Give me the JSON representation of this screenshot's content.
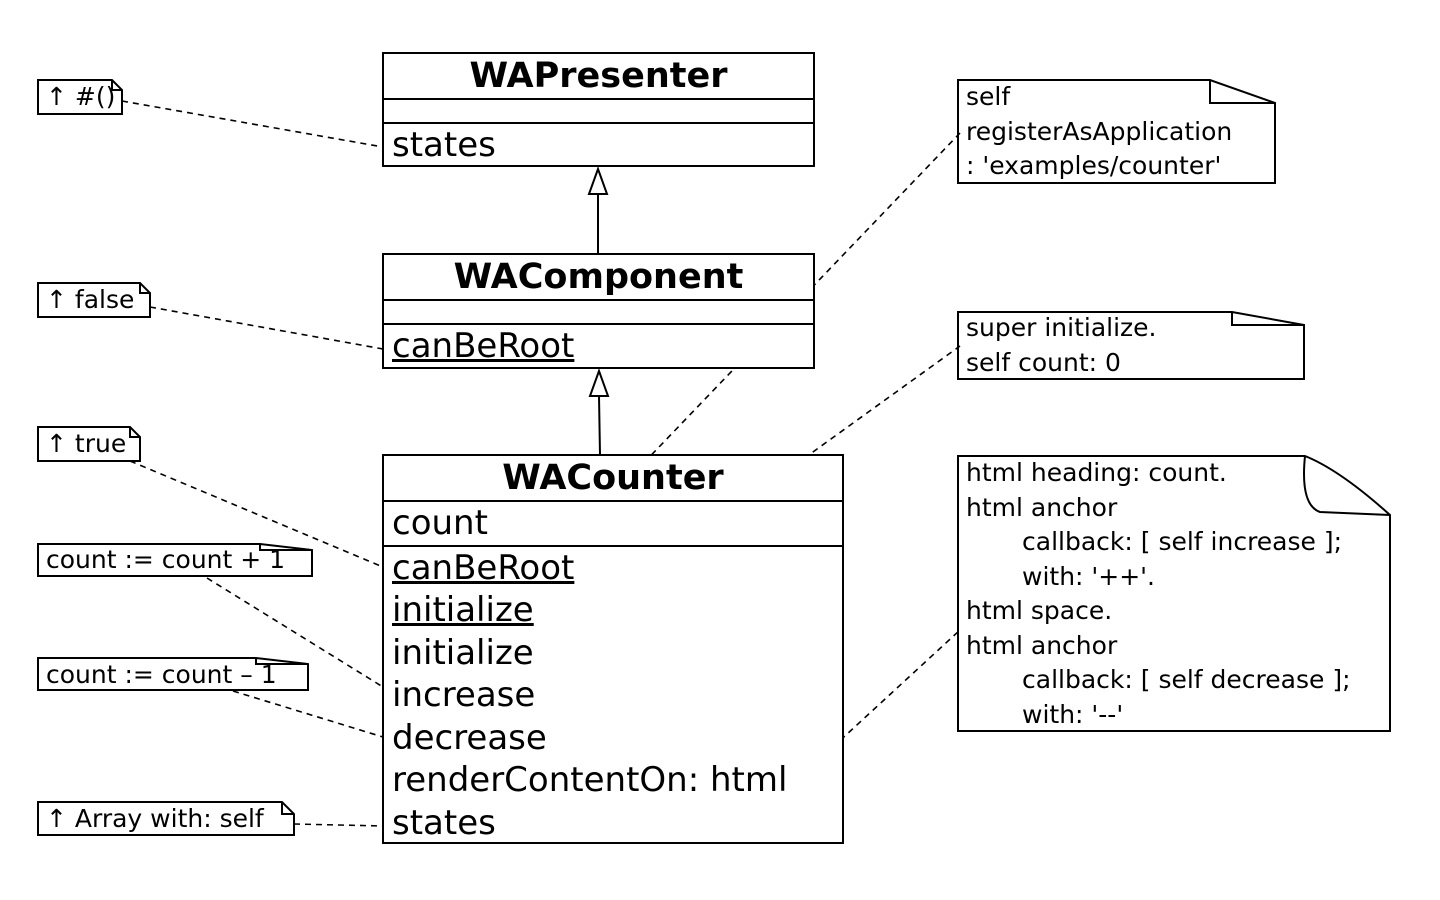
{
  "classes": {
    "presenter": {
      "name": "WAPresenter",
      "methods": [
        "states"
      ]
    },
    "component": {
      "name": "WAComponent",
      "methods": [
        "canBeRoot"
      ]
    },
    "counter": {
      "name": "WACounter",
      "attributes": [
        "count"
      ],
      "methods": [
        "canBeRoot",
        "initialize",
        "initialize",
        "increase",
        "decrease",
        "renderContentOn: html",
        "states"
      ]
    }
  },
  "notes": {
    "presenter_states": "↑ #()",
    "component_canberoot": "↑ false",
    "counter_canberoot": "↑ true",
    "increase": "count := count + 1",
    "decrease": "count := count – 1",
    "states": "↑ Array with: self",
    "register": [
      "self",
      "registerAsApplication",
      ": 'examples/counter'"
    ],
    "initialize": [
      "super initialize.",
      "self count: 0"
    ],
    "render": [
      "html heading: count.",
      "html anchor",
      "callback: [ self increase ];",
      "with: '++'.",
      "html space.",
      "html anchor",
      "callback: [ self decrease ];",
      "with: '--'"
    ]
  }
}
